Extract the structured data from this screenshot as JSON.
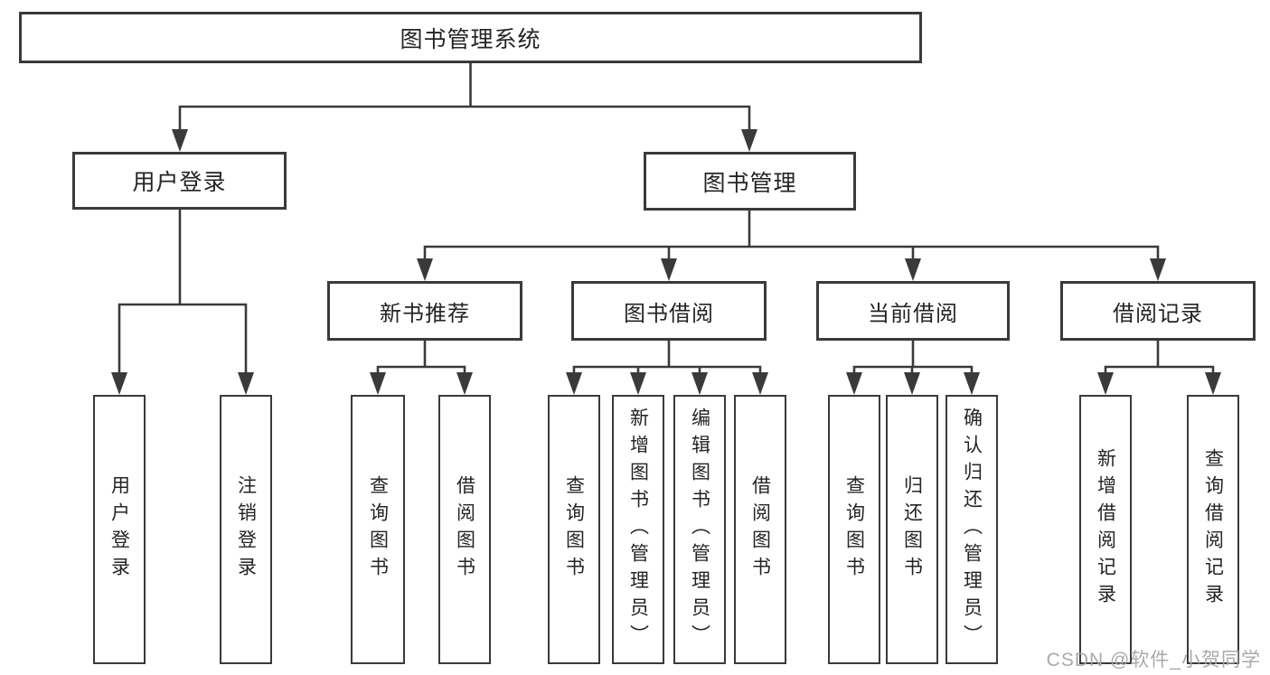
{
  "watermark": {
    "text": "CSDN @软件_小贺同学"
  },
  "colors": {
    "line": "#3a3a3a",
    "box_border": "#3a3a3a",
    "box_background": "#ffffff",
    "text": "#242424",
    "watermark": "#a8a3a3",
    "page_background": "#ffffff"
  },
  "tree": {
    "label": "图书管理系统",
    "children": [
      {
        "label": "用户登录",
        "children": [
          {
            "label": "用户登录"
          },
          {
            "label": "注销登录"
          }
        ]
      },
      {
        "label": "图书管理",
        "children": [
          {
            "label": "新书推荐",
            "children": [
              {
                "label": "查询图书"
              },
              {
                "label": "借阅图书"
              }
            ]
          },
          {
            "label": "图书借阅",
            "children": [
              {
                "label": "查询图书"
              },
              {
                "label": "新增图书（管理员）"
              },
              {
                "label": "编辑图书（管理员）"
              },
              {
                "label": "借阅图书"
              }
            ]
          },
          {
            "label": "当前借阅",
            "children": [
              {
                "label": "查询图书"
              },
              {
                "label": "归还图书"
              },
              {
                "label": "确认归还（管理员）"
              }
            ]
          },
          {
            "label": "借阅记录",
            "children": [
              {
                "label": "新增借阅记录"
              },
              {
                "label": "查询借阅记录"
              }
            ]
          }
        ]
      }
    ]
  }
}
